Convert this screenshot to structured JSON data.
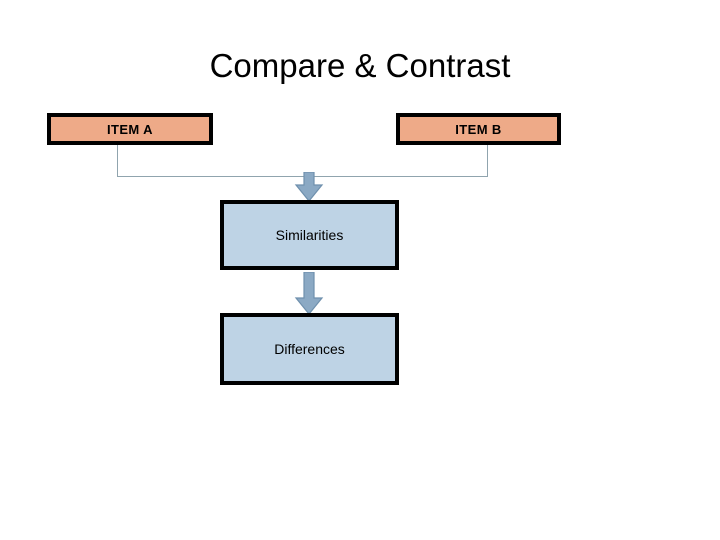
{
  "slide": {
    "title": "Compare & Contrast",
    "background_color": "#ffffff"
  },
  "colors": {
    "item_fill": "#eeaa88",
    "result_fill": "#bed3e5",
    "shape_border": "#000000",
    "connector_line": "#90a4ae",
    "arrow_fill": "#8ba9c4",
    "arrow_stroke": "#6f90ad",
    "text": "#000000"
  },
  "shapes": {
    "item_a": {
      "label": "ITEM  A",
      "fill": "#eeaa88"
    },
    "item_b": {
      "label": "ITEM  B",
      "fill": "#eeaa88"
    },
    "similarities": {
      "label": "Similarities",
      "fill": "#bed3e5"
    },
    "differences": {
      "label": "Differences",
      "fill": "#bed3e5"
    }
  },
  "connectors": {
    "bracket_name": "item-a-and-item-b-join",
    "arrow_top_name": "arrow-to-similarities",
    "arrow_bottom_name": "arrow-to-differences"
  },
  "icons": {
    "arrow_top": "arrow-down-icon",
    "arrow_bottom": "arrow-down-icon"
  }
}
